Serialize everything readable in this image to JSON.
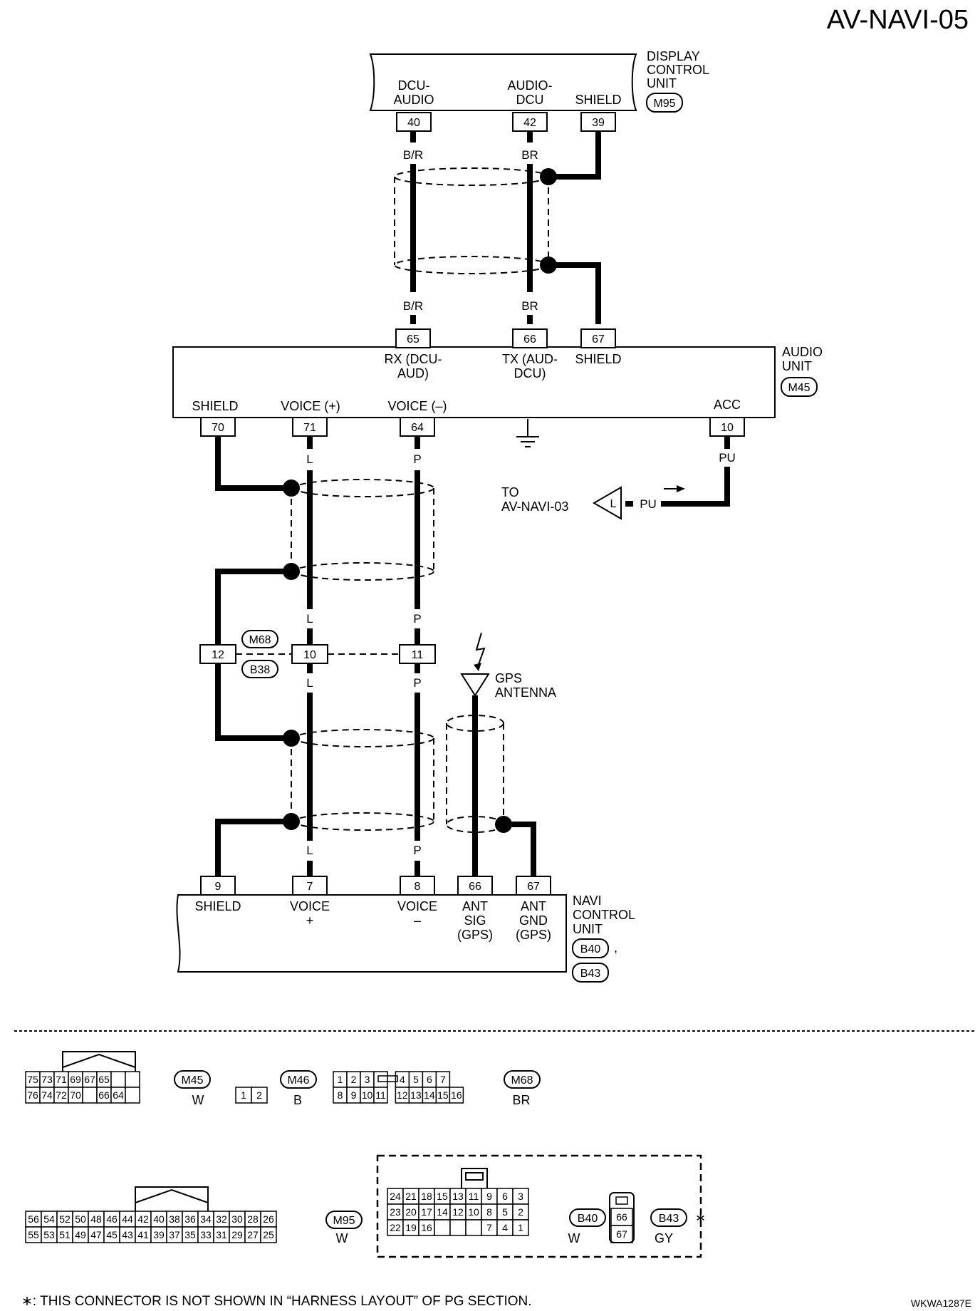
{
  "page": {
    "title": "AV-NAVI-05",
    "footnote": "∗: THIS CONNECTOR IS NOT SHOWN IN “HARNESS LAYOUT” OF PG SECTION.",
    "figure_code": "WKWA1287E"
  },
  "units": {
    "display": {
      "line1": "DISPLAY",
      "line2": "CONTROL",
      "line3": "UNIT",
      "connector": "M95"
    },
    "audio": {
      "line1": "AUDIO",
      "line2": "UNIT",
      "connector": "M45"
    },
    "navi": {
      "line1": "NAVI",
      "line2": "CONTROL",
      "line3": "UNIT",
      "connector1": "B40",
      "sep": ",",
      "connector2": "B43"
    }
  },
  "display_terminals": [
    {
      "pin": "40",
      "l1": "DCU-",
      "l2": "AUDIO"
    },
    {
      "pin": "42",
      "l1": "AUDIO-",
      "l2": "DCU"
    },
    {
      "pin": "39",
      "l1": "SHIELD",
      "l2": ""
    }
  ],
  "audio_top_terminals": [
    {
      "pin": "65",
      "l1": "RX (DCU-",
      "l2": "AUD)"
    },
    {
      "pin": "66",
      "l1": "TX (AUD-",
      "l2": "DCU)"
    },
    {
      "pin": "67",
      "l1": "SHIELD",
      "l2": ""
    }
  ],
  "audio_bottom_terminals": [
    {
      "pin": "70",
      "label": "SHIELD"
    },
    {
      "pin": "71",
      "label": "VOICE (+)"
    },
    {
      "pin": "64",
      "label": "VOICE (–)"
    },
    {
      "pin": "10",
      "label": "ACC"
    }
  ],
  "wire_colors": {
    "br_top": "B/R",
    "br2_top": "BR",
    "br_bot": "B/R",
    "br2_bot": "BR",
    "l1": "L",
    "p1": "P",
    "pu1": "PU",
    "pu2": "PU",
    "l_tri": "L",
    "l2": "L",
    "p2": "P",
    "l3": "L",
    "p3": "P",
    "l4": "L",
    "p4": "P"
  },
  "to_ref": {
    "line1": "TO",
    "line2": "AV-NAVI-03"
  },
  "inline_connector": {
    "upper": "M68",
    "lower": "B38",
    "pins": [
      "12",
      "10",
      "11"
    ]
  },
  "gps": {
    "line1": "GPS",
    "line2": "ANTENNA"
  },
  "navi_terminals": [
    {
      "pin": "9",
      "l1": "SHIELD",
      "l2": "",
      "l3": ""
    },
    {
      "pin": "7",
      "l1": "VOICE",
      "l2": "+",
      "l3": ""
    },
    {
      "pin": "8",
      "l1": "VOICE",
      "l2": "–",
      "l3": ""
    },
    {
      "pin": "66",
      "l1": "ANT",
      "l2": "SIG",
      "l3": "(GPS)"
    },
    {
      "pin": "67",
      "l1": "ANT",
      "l2": "GND",
      "l3": "(GPS)"
    }
  ],
  "connector_views": [
    {
      "id": "M45",
      "color": "W",
      "rows": [
        [
          "75",
          "73",
          "71",
          "69",
          "67",
          "65",
          "",
          ""
        ],
        [
          "76",
          "74",
          "72",
          "70",
          "",
          "66",
          "64",
          ""
        ]
      ]
    },
    {
      "id": "M46",
      "color": "B",
      "rows": [
        [
          "1",
          "2"
        ]
      ]
    },
    {
      "id": "M68",
      "color": "BR",
      "rows": [
        [
          "1",
          "2",
          "3",
          "",
          "4",
          "5",
          "6",
          "7"
        ],
        [
          "8",
          "9",
          "10",
          "11",
          "12",
          "13",
          "14",
          "15",
          "16"
        ]
      ]
    },
    {
      "id": "M95",
      "color": "W",
      "rows": [
        [
          "56",
          "54",
          "52",
          "50",
          "48",
          "46",
          "44",
          "42",
          "40",
          "38",
          "36",
          "34",
          "32",
          "30",
          "28",
          "26"
        ],
        [
          "55",
          "53",
          "51",
          "49",
          "47",
          "45",
          "43",
          "41",
          "39",
          "37",
          "35",
          "33",
          "31",
          "29",
          "27",
          "25"
        ]
      ]
    },
    {
      "id": "B40",
      "color": "W",
      "rows": [
        [
          "24",
          "21",
          "18",
          "15",
          "13",
          "11",
          "9",
          "6",
          "3"
        ],
        [
          "23",
          "20",
          "17",
          "14",
          "12",
          "10",
          "8",
          "5",
          "2"
        ],
        [
          "22",
          "19",
          "16",
          "",
          "",
          "",
          "7",
          "4",
          "1"
        ]
      ]
    },
    {
      "id": "B43",
      "color": "GY",
      "mark": "∗",
      "rows": [
        [
          "66"
        ],
        [
          "67"
        ]
      ]
    }
  ]
}
